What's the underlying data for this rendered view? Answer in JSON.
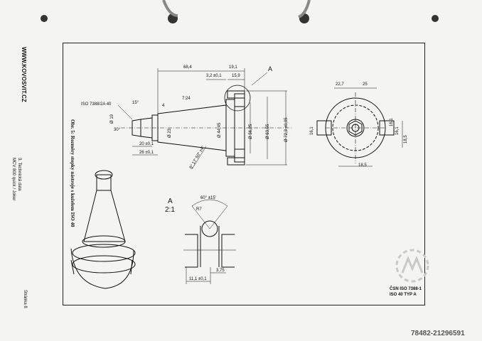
{
  "sidebar": {
    "website": "WWW.KOVOSVIT.CZ",
    "section": "3. Technická data",
    "subtitle": "MCV 800 quick / Joker",
    "page_label": "Stránka 8"
  },
  "caption": "Obr. 5: Rozměry stopky nástroje s kuželem ISO 40",
  "standard": {
    "line1": "ČSN ISO 7388-1",
    "line2": "ISO 40 TYP A"
  },
  "detail": {
    "letter": "A",
    "scale": "2:1",
    "marker": "A"
  },
  "dims": {
    "d1": "68,4",
    "d2": "19,1",
    "d3": "3,2 ±0,1",
    "d4": "15,9",
    "d5": "7:24",
    "d6": "ISO 7388/2A 40",
    "d7": "15°",
    "d8": "4",
    "d9": "Ø 19",
    "d10": "30°",
    "d11": "Ø 23",
    "d12": "Ø 44,45",
    "d13": "20 ±0,1",
    "d14": "26 ±0,1",
    "d15": "8° 17' 50\" ±4\"",
    "d16": "Ø 56,25",
    "d17": "Ø 63,55",
    "d18": "Ø 72,3 ±0,05",
    "d19": "22,7",
    "d20": "25",
    "d21": "16,1",
    "d22": "16,1",
    "d23": "16,1",
    "d24": "18,5",
    "d25": "18,5",
    "d26": "60° ±15'",
    "d27": "R7",
    "d28": "3,75",
    "d29": "11,1 ±0,1"
  },
  "watermark": "78482-21296591",
  "colors": {
    "ink": "#111111",
    "paper": "#f4f4f2",
    "watermark": "#c9c9c9"
  }
}
